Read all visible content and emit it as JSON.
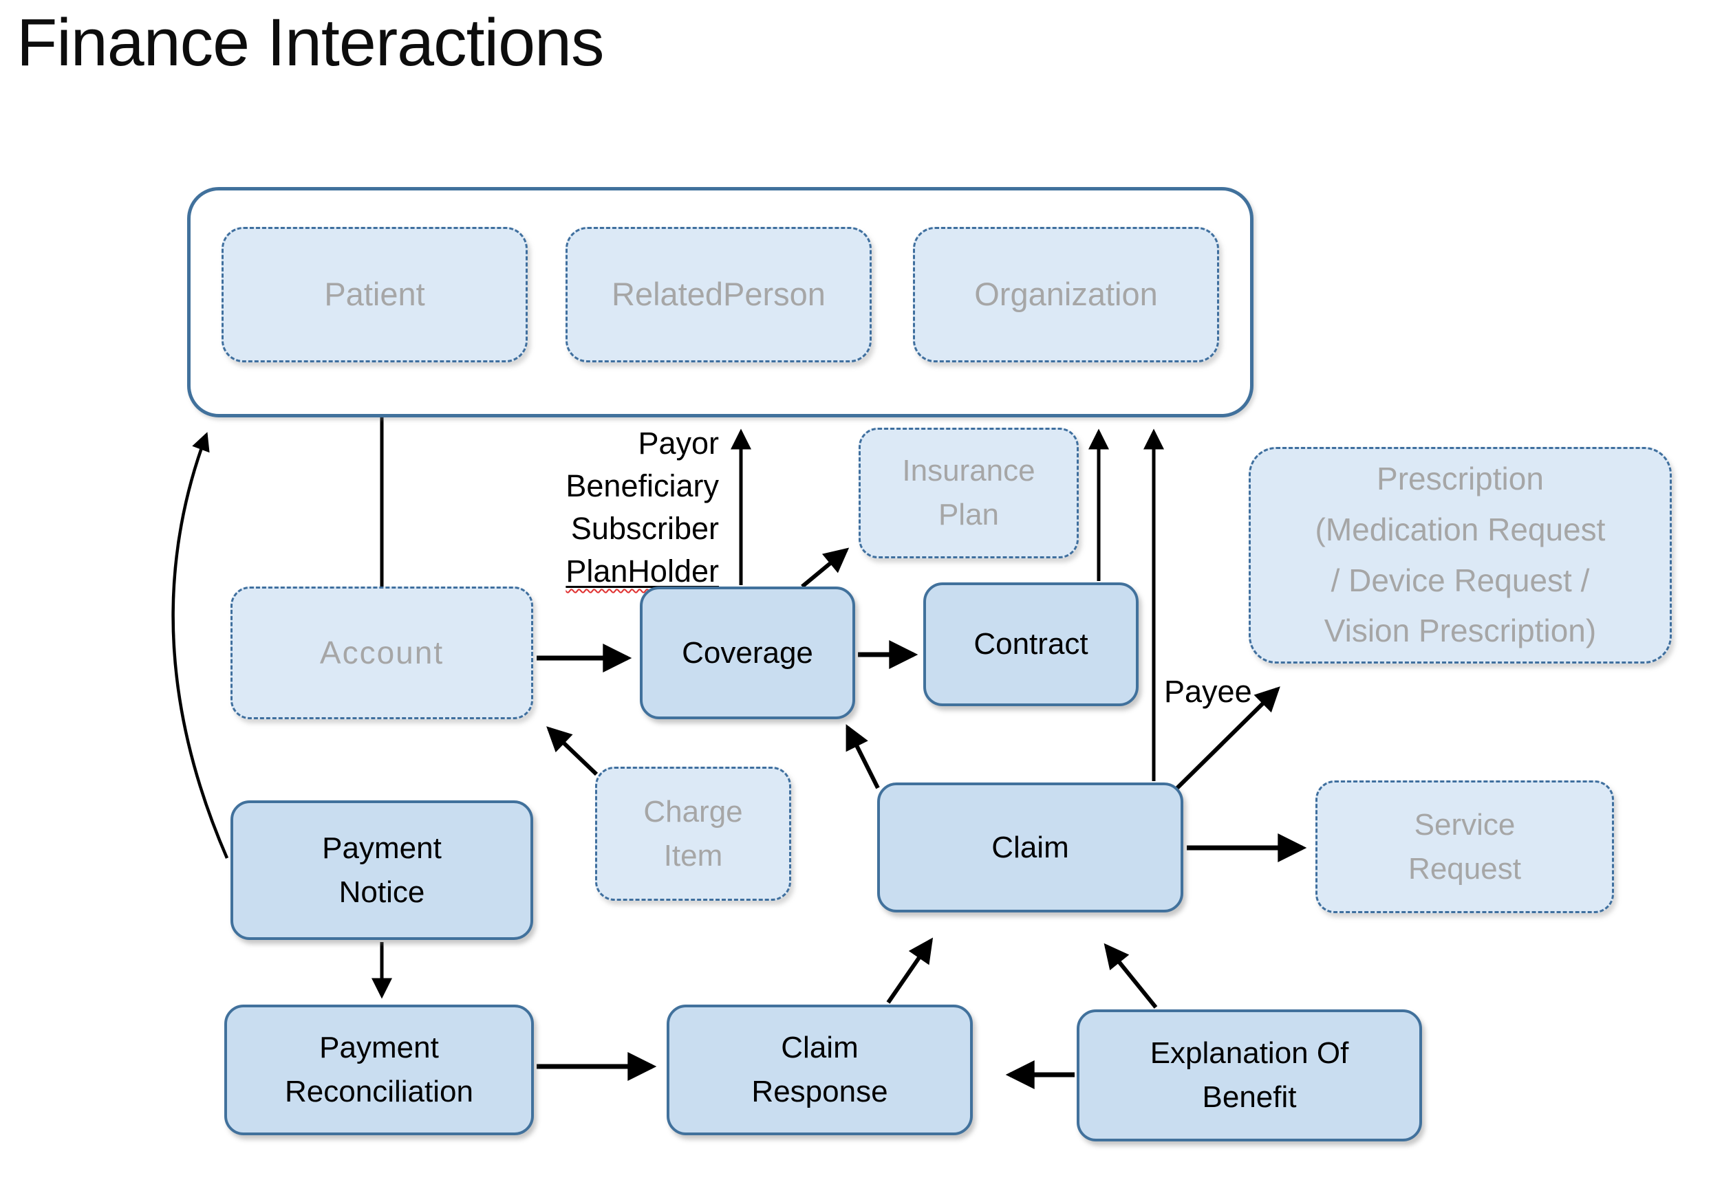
{
  "title": "Finance Interactions",
  "colors": {
    "solid_box_fill": "#c9ddf0",
    "dashed_box_fill": "#dce9f6",
    "box_border_blue": "#41719c",
    "gray_reference_text": "#a6a6a6",
    "arrow_color": "#000000",
    "misspell_underline": "#e03030"
  },
  "party_group": {
    "patient": "Patient",
    "related_person": "RelatedPerson",
    "organization": "Organization"
  },
  "nodes": {
    "account": "Account",
    "coverage": "Coverage",
    "contract": "Contract",
    "insurance_plan": "Insurance\nPlan",
    "prescription": "Prescription\n(Medication Request\n/ Device Request /\nVision Prescription)",
    "charge_item": "Charge\nItem",
    "claim": "Claim",
    "service_request": "Service\nRequest",
    "payment_notice": "Payment\nNotice",
    "payment_reconciliation": "Payment\nReconciliation",
    "claim_response": "Claim\nResponse",
    "explanation_of_benefit": "Explanation Of\nBenefit"
  },
  "edge_labels": {
    "coverage_roles": [
      "Payor",
      "Beneficiary",
      "Subscriber",
      "PlanHolder"
    ],
    "payee": "Payee"
  }
}
